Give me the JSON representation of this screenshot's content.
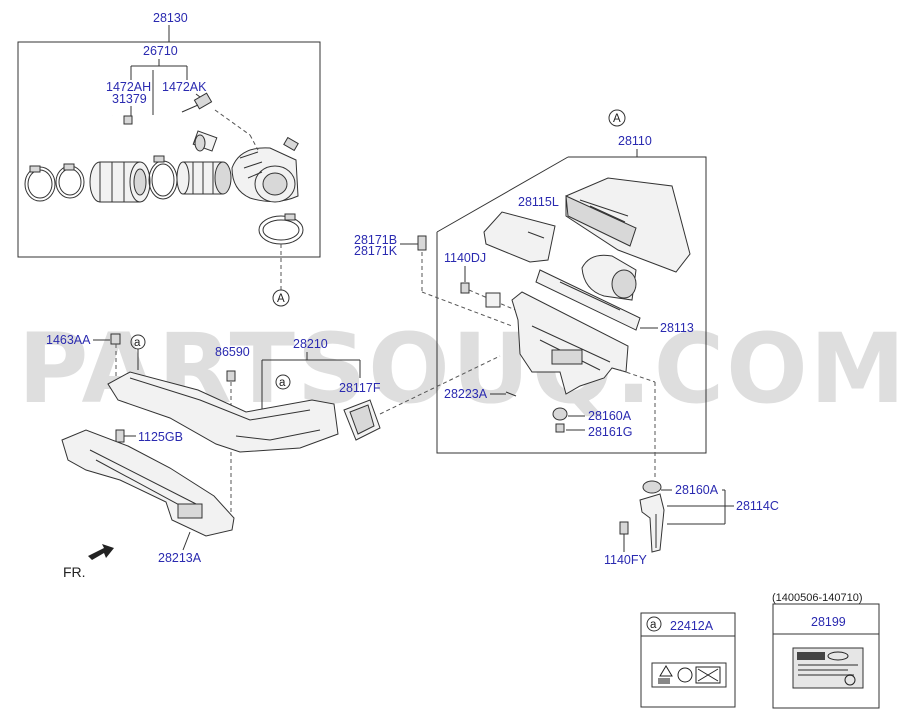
{
  "watermark": "PARTSOUQ.COM",
  "labels": {
    "l28130": "28130",
    "l26710": "26710",
    "l1472AH": "1472AH",
    "l31379": "31379",
    "l1472AK": "1472AK",
    "l28110": "28110",
    "l28115L": "28115L",
    "l28171B": "28171B",
    "l28171K": "28171K",
    "l1140DJ": "1140DJ",
    "l28113": "28113",
    "l28223A": "28223A",
    "l28160A_top": "28160A",
    "l28161G": "28161G",
    "l1463AA": "1463AA",
    "l86590": "86590",
    "l28210": "28210",
    "l28117F": "28117F",
    "l1125GB": "1125GB",
    "l28213A": "28213A",
    "l28160A_bot": "28160A",
    "l28114C": "28114C",
    "l1140FY": "1140FY",
    "fr": "FR.",
    "l22412A": "22412A",
    "l28199": "28199",
    "date_range": "(1400506-140710)",
    "ref_A_top": "A",
    "ref_A_left": "A",
    "ref_a1": "a",
    "ref_a2": "a",
    "ref_a3": "a"
  },
  "colors": {
    "label_blue": "#2a2ab0",
    "line": "#333333",
    "watermark": "#d9d9d9"
  }
}
